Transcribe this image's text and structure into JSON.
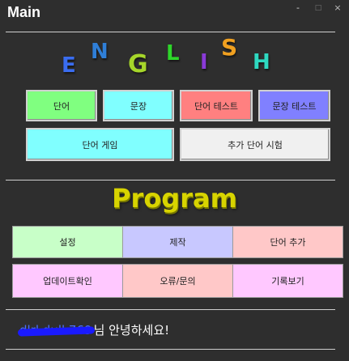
{
  "window": {
    "title": "Main",
    "controls": {
      "minimize": "-",
      "maximize": "□",
      "close": "×"
    }
  },
  "english_logo": {
    "letters": [
      {
        "char": "E",
        "color": "#3a6df0"
      },
      {
        "char": "N",
        "color": "#2f7fd8"
      },
      {
        "char": "G",
        "color": "#a6d62a"
      },
      {
        "char": "L",
        "color": "#2ed62a"
      },
      {
        "char": "I",
        "color": "#8a3ad8"
      },
      {
        "char": "S",
        "color": "#f0a020"
      },
      {
        "char": "H",
        "color": "#2ed8c0"
      }
    ]
  },
  "english_buttons": {
    "row1": [
      {
        "label": "단어",
        "color": "#80ff80"
      },
      {
        "label": "문장",
        "color": "#80ffff"
      },
      {
        "label": "단어 테스트",
        "color": "#ff8080"
      },
      {
        "label": "문장 테스트",
        "color": "#8080ff"
      }
    ],
    "row2": [
      {
        "label": "단어 게임",
        "color": "#80ffff"
      },
      {
        "label": "추가 단어 시험",
        "color": "#f0f0f0"
      }
    ]
  },
  "program": {
    "title": "Program",
    "color": "#d8d400"
  },
  "program_buttons": {
    "row1": [
      {
        "label": "설정",
        "color": "#c8ffc8"
      },
      {
        "label": "제작",
        "color": "#c8c8ff"
      },
      {
        "label": "단어 추가",
        "color": "#ffc8c8"
      }
    ],
    "row2": [
      {
        "label": "업데이트확인",
        "color": "#ffc8ff"
      },
      {
        "label": "오류/문의",
        "color": "#ffc8c8"
      },
      {
        "label": "기록보기",
        "color": "#ffc8ff"
      }
    ]
  },
  "footer": {
    "username": "dlrl.dull.769",
    "greeting": "님 안녕하세요!"
  }
}
